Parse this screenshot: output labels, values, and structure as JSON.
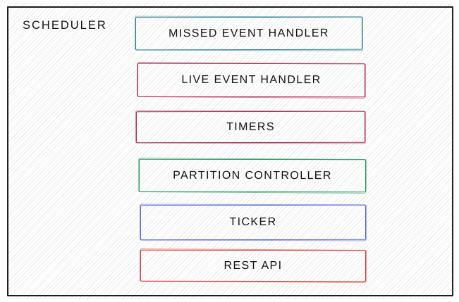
{
  "diagram": {
    "container": {
      "label": "SCHEDULER",
      "border_color": "#1e1e1e"
    },
    "boxes": [
      {
        "label": "MISSED EVENT HANDLER",
        "color": "#2f808f"
      },
      {
        "label": "LIVE EVENT HANDLER",
        "color": "#a82c57"
      },
      {
        "label": "TIMERS",
        "color": "#a82c57"
      },
      {
        "label": "PARTITION CONTROLLER",
        "color": "#229a60"
      },
      {
        "label": "TICKER",
        "color": "#5165d6"
      },
      {
        "label": "REST API",
        "color": "#d63a32"
      }
    ],
    "text_color": "#111111"
  }
}
